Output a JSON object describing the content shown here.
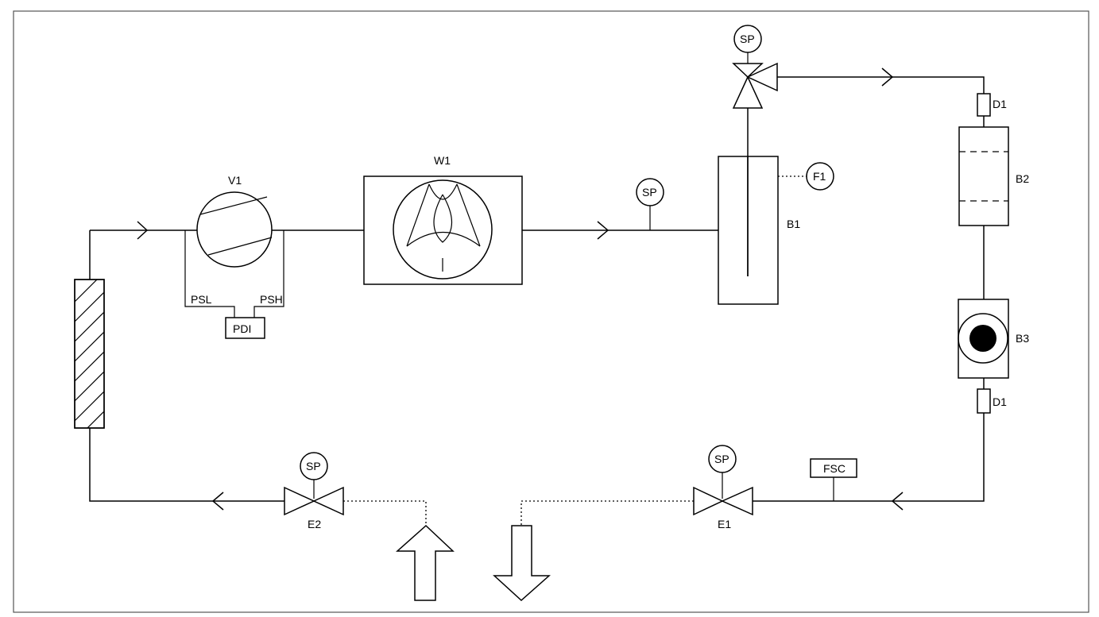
{
  "labels": {
    "v1": "V1",
    "w1": "W1",
    "b1": "B1",
    "b2": "B2",
    "b3": "B3",
    "d1_top": "D1",
    "d1_bottom": "D1",
    "f1": "F1",
    "e1": "E1",
    "e2": "E2",
    "fsc": "FSC",
    "pdi": "PDI",
    "psl": "PSL",
    "psh": "PSH",
    "sp_top": "SP",
    "sp_line": "SP",
    "sp_e1": "SP",
    "sp_e2": "SP"
  },
  "icons": [
    "compressor-icon",
    "fan-icon",
    "three-way-valve-icon",
    "expansion-valve-icon",
    "sight-glass-icon",
    "filter-drier-icon",
    "heat-exchanger-icon",
    "flow-arrow-icon"
  ],
  "colors": {
    "line": "#000000",
    "background": "#ffffff",
    "frame": "#555555"
  }
}
